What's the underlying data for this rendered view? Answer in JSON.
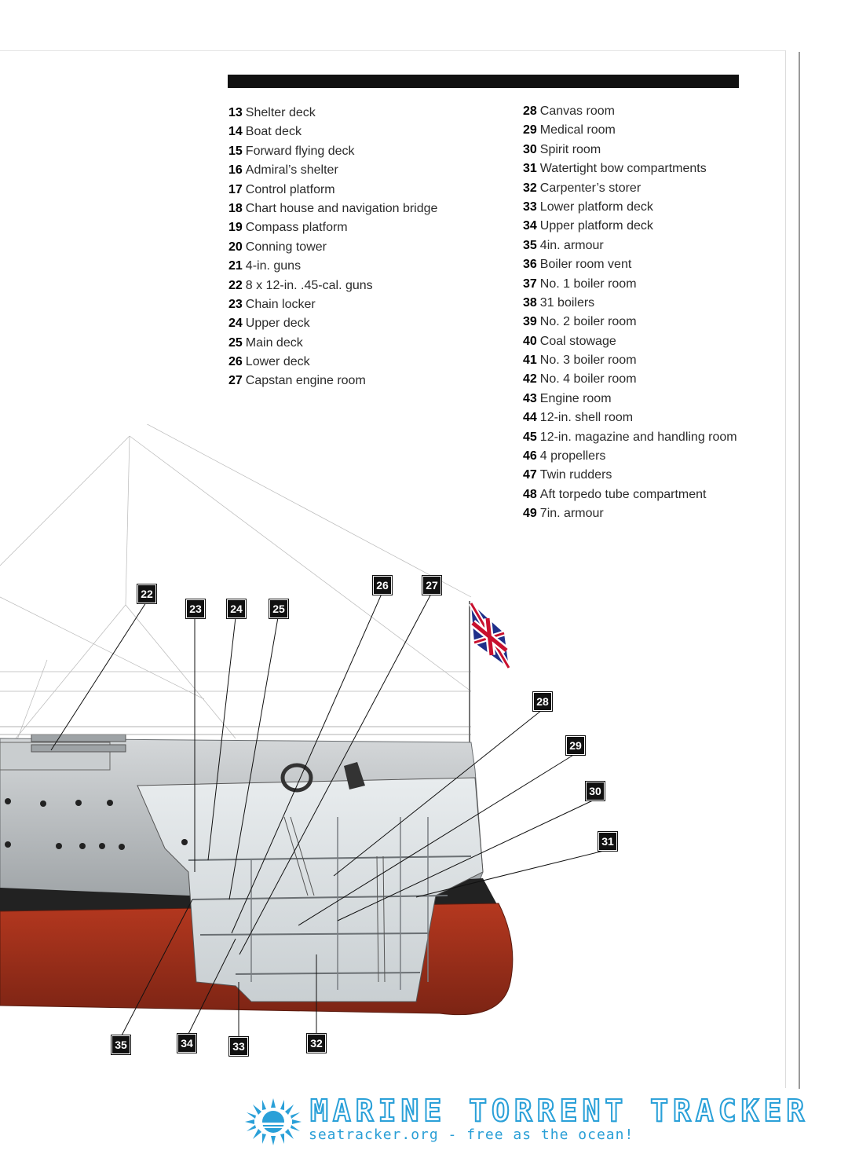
{
  "legend_left": [
    {
      "num": "13",
      "label": "Shelter deck"
    },
    {
      "num": "14",
      "label": "Boat deck"
    },
    {
      "num": "15",
      "label": "Forward flying deck"
    },
    {
      "num": "16",
      "label": "Admiral’s shelter"
    },
    {
      "num": "17",
      "label": "Control platform"
    },
    {
      "num": "18",
      "label": "Chart house and navigation bridge"
    },
    {
      "num": "19",
      "label": "Compass platform"
    },
    {
      "num": "20",
      "label": "Conning tower"
    },
    {
      "num": "21",
      "label": "4-in. guns"
    },
    {
      "num": "22",
      "label": "8 x 12-in. .45-cal. guns"
    },
    {
      "num": "23",
      "label": "Chain locker"
    },
    {
      "num": "24",
      "label": "Upper deck"
    },
    {
      "num": "25",
      "label": "Main deck"
    },
    {
      "num": "26",
      "label": "Lower deck"
    },
    {
      "num": "27",
      "label": "Capstan engine room"
    }
  ],
  "legend_right": [
    {
      "num": "28",
      "label": "Canvas room"
    },
    {
      "num": "29",
      "label": "Medical room"
    },
    {
      "num": "30",
      "label": "Spirit room"
    },
    {
      "num": "31",
      "label": "Watertight bow compartments"
    },
    {
      "num": "32",
      "label": "Carpenter’s storer"
    },
    {
      "num": "33",
      "label": "Lower platform deck"
    },
    {
      "num": "34",
      "label": "Upper platform deck"
    },
    {
      "num": "35",
      "label": "4in. armour"
    },
    {
      "num": "36",
      "label": "Boiler room vent"
    },
    {
      "num": "37",
      "label": "No. 1 boiler room"
    },
    {
      "num": "38",
      "label": "31 boilers"
    },
    {
      "num": "39",
      "label": "No. 2 boiler room"
    },
    {
      "num": "40",
      "label": "Coal stowage"
    },
    {
      "num": "41",
      "label": "No. 3 boiler room"
    },
    {
      "num": "42",
      "label": "No. 4 boiler room"
    },
    {
      "num": "43",
      "label": "Engine room"
    },
    {
      "num": "44",
      "label": "12-in. shell room"
    },
    {
      "num": "45",
      "label": "12-in. magazine and handling room"
    },
    {
      "num": "46",
      "label": "4 propellers"
    },
    {
      "num": "47",
      "label": "Twin rudders"
    },
    {
      "num": "48",
      "label": "Aft torpedo tube compartment"
    },
    {
      "num": "49",
      "label": "7in. armour"
    }
  ],
  "callouts": [
    "22",
    "23",
    "24",
    "25",
    "26",
    "27",
    "28",
    "29",
    "30",
    "31",
    "32",
    "33",
    "34",
    "35"
  ],
  "watermark": {
    "title": "MARINE TORRENT TRACKER",
    "subtitle": "seatracker.org - free as the ocean!"
  },
  "colors": {
    "hull_grey": "#b9bdc0",
    "boot_black": "#1d1d1d",
    "antifouling_red": "#a8321f",
    "callout_bg": "#111111",
    "watermark_blue": "#2aa0d8"
  },
  "icons": [
    "union-jack-flag-icon",
    "sun-logo-icon"
  ]
}
